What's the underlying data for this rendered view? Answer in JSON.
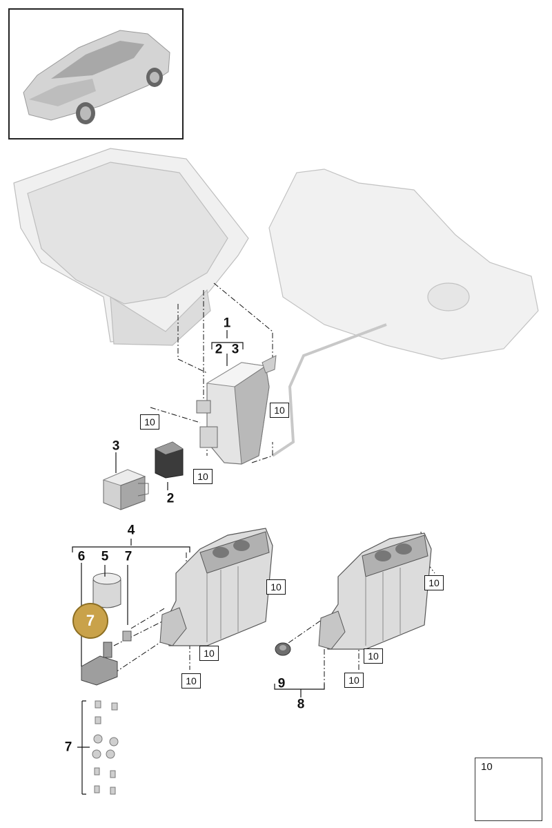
{
  "labels": {
    "assembly_1": "1",
    "sub_2_top": "2",
    "sub_3_top": "3",
    "part_3": "3",
    "part_2": "2",
    "assembly_4": "4",
    "part_6": "6",
    "part_5": "5",
    "part_7_top": "7",
    "part_7_kit": "7",
    "assembly_8": "8",
    "part_9": "9"
  },
  "ref_boxes": [
    "10",
    "10",
    "10",
    "10",
    "10",
    "10",
    "10",
    "10",
    "10"
  ],
  "callout": {
    "label": "7",
    "color": "#c9a24a"
  },
  "legend": {
    "number": "10"
  },
  "colors": {
    "part_fill": "#e8e8e8",
    "part_shade": "#bfbfbf",
    "ghost": "#efefef",
    "line": "#111111"
  }
}
